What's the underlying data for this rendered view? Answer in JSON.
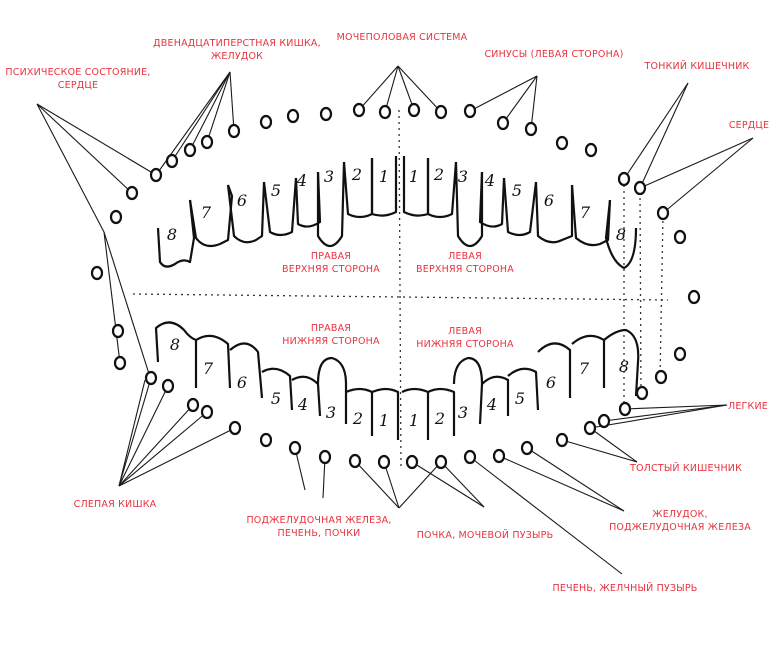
{
  "diagram": {
    "title": "Teeth and organs correspondence chart",
    "regions": {
      "upper_right": [
        "ПРАВАЯ",
        "ВЕРХНЯЯ СТОРОНА"
      ],
      "upper_left": [
        "ЛЕВАЯ",
        "ВЕРХНЯЯ СТОРОНА"
      ],
      "lower_right": [
        "ПРАВАЯ",
        "НИЖНЯЯ СТОРОНА"
      ],
      "lower_left": [
        "ЛЕВАЯ",
        "НИЖНЯЯ СТОРОНА"
      ]
    },
    "organ_labels": {
      "psych_heart": [
        "ПСИХИЧЕСКОЕ СОСТОЯНИЕ,",
        "СЕРДЦЕ"
      ],
      "duodenum_stomach": [
        "ДВЕНАДЦАТИПЕРСТНАЯ КИШКА,",
        "ЖЕЛУДОК"
      ],
      "urogenital": [
        "МОЧЕПОЛОВАЯ СИСТЕМА"
      ],
      "sinuses": [
        "СИНУСЫ (ЛЕВАЯ СТОРОНА)"
      ],
      "small_intestine": [
        "ТОНКИЙ КИШЕЧНИК"
      ],
      "heart": [
        "СЕРДЦЕ"
      ],
      "lungs": [
        "ЛЕГКИЕ"
      ],
      "large_intestine": [
        "ТОЛСТЫЙ КИШЕЧНИК"
      ],
      "stomach_pancreas": [
        "ЖЕЛУДОК,",
        "ПОДЖЕЛУДОЧНАЯ ЖЕЛЕЗА"
      ],
      "liver_gallbladder": [
        "ПЕЧЕНЬ, ЖЕЛЧНЫЙ ПУЗЫРЬ"
      ],
      "kidney_bladder": [
        "ПОЧКА, МОЧЕВОЙ ПУЗЫРЬ"
      ],
      "pancreas_liver_kidneys": [
        "ПОДЖЕЛУДОЧНАЯ ЖЕЛЕЗА,",
        "ПЕЧЕНЬ, ПОЧКИ"
      ],
      "cecum": [
        "СЛЕПАЯ КИШКА"
      ]
    },
    "tooth_numbers": {
      "upper_right": [
        "8",
        "7",
        "6",
        "5",
        "4",
        "3",
        "2",
        "1"
      ],
      "upper_left": [
        "1",
        "2",
        "3",
        "4",
        "5",
        "6",
        "7",
        "8"
      ],
      "lower_right": [
        "8",
        "7",
        "6",
        "5",
        "4",
        "3",
        "2",
        "1"
      ],
      "lower_left": [
        "1",
        "2",
        "3",
        "4",
        "5",
        "6",
        "7",
        "8"
      ]
    },
    "colors": {
      "label": "#e8333f",
      "ink": "#1a1a1a"
    }
  }
}
